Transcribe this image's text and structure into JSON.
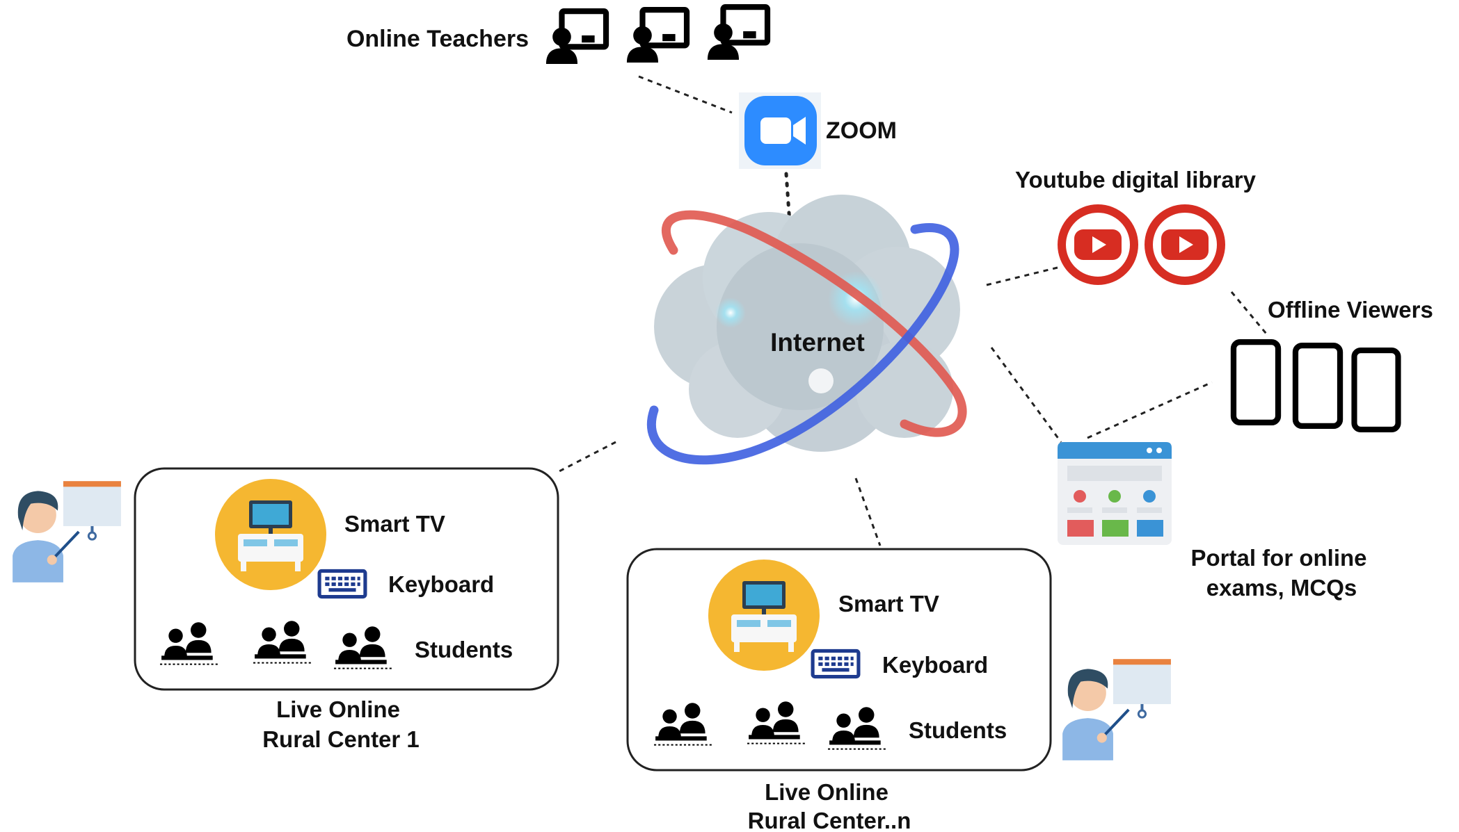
{
  "labels": {
    "online_teachers": "Online Teachers",
    "zoom": "ZOOM",
    "internet": "Internet",
    "youtube": "Youtube digital library",
    "offline_viewers": "Offline Viewers",
    "portal_line1": "Portal for online",
    "portal_line2": "exams, MCQs"
  },
  "center1": {
    "smart_tv": "Smart TV",
    "keyboard": "Keyboard",
    "students": "Students",
    "caption_line1": "Live Online",
    "caption_line2": "Rural Center 1"
  },
  "center2": {
    "smart_tv": "Smart TV",
    "keyboard": "Keyboard",
    "students": "Students",
    "caption_line1": "Live Online",
    "caption_line2": "Rural Center..n"
  },
  "colors": {
    "zoom_blue": "#2d8cff",
    "youtube_red": "#d72d22",
    "tv_circle": "#f5b731",
    "keyboard_blue": "#1e3b8f",
    "cloud": "#c9d3d9",
    "ring_red": "#e0584f",
    "ring_blue": "#3e5fe0"
  }
}
